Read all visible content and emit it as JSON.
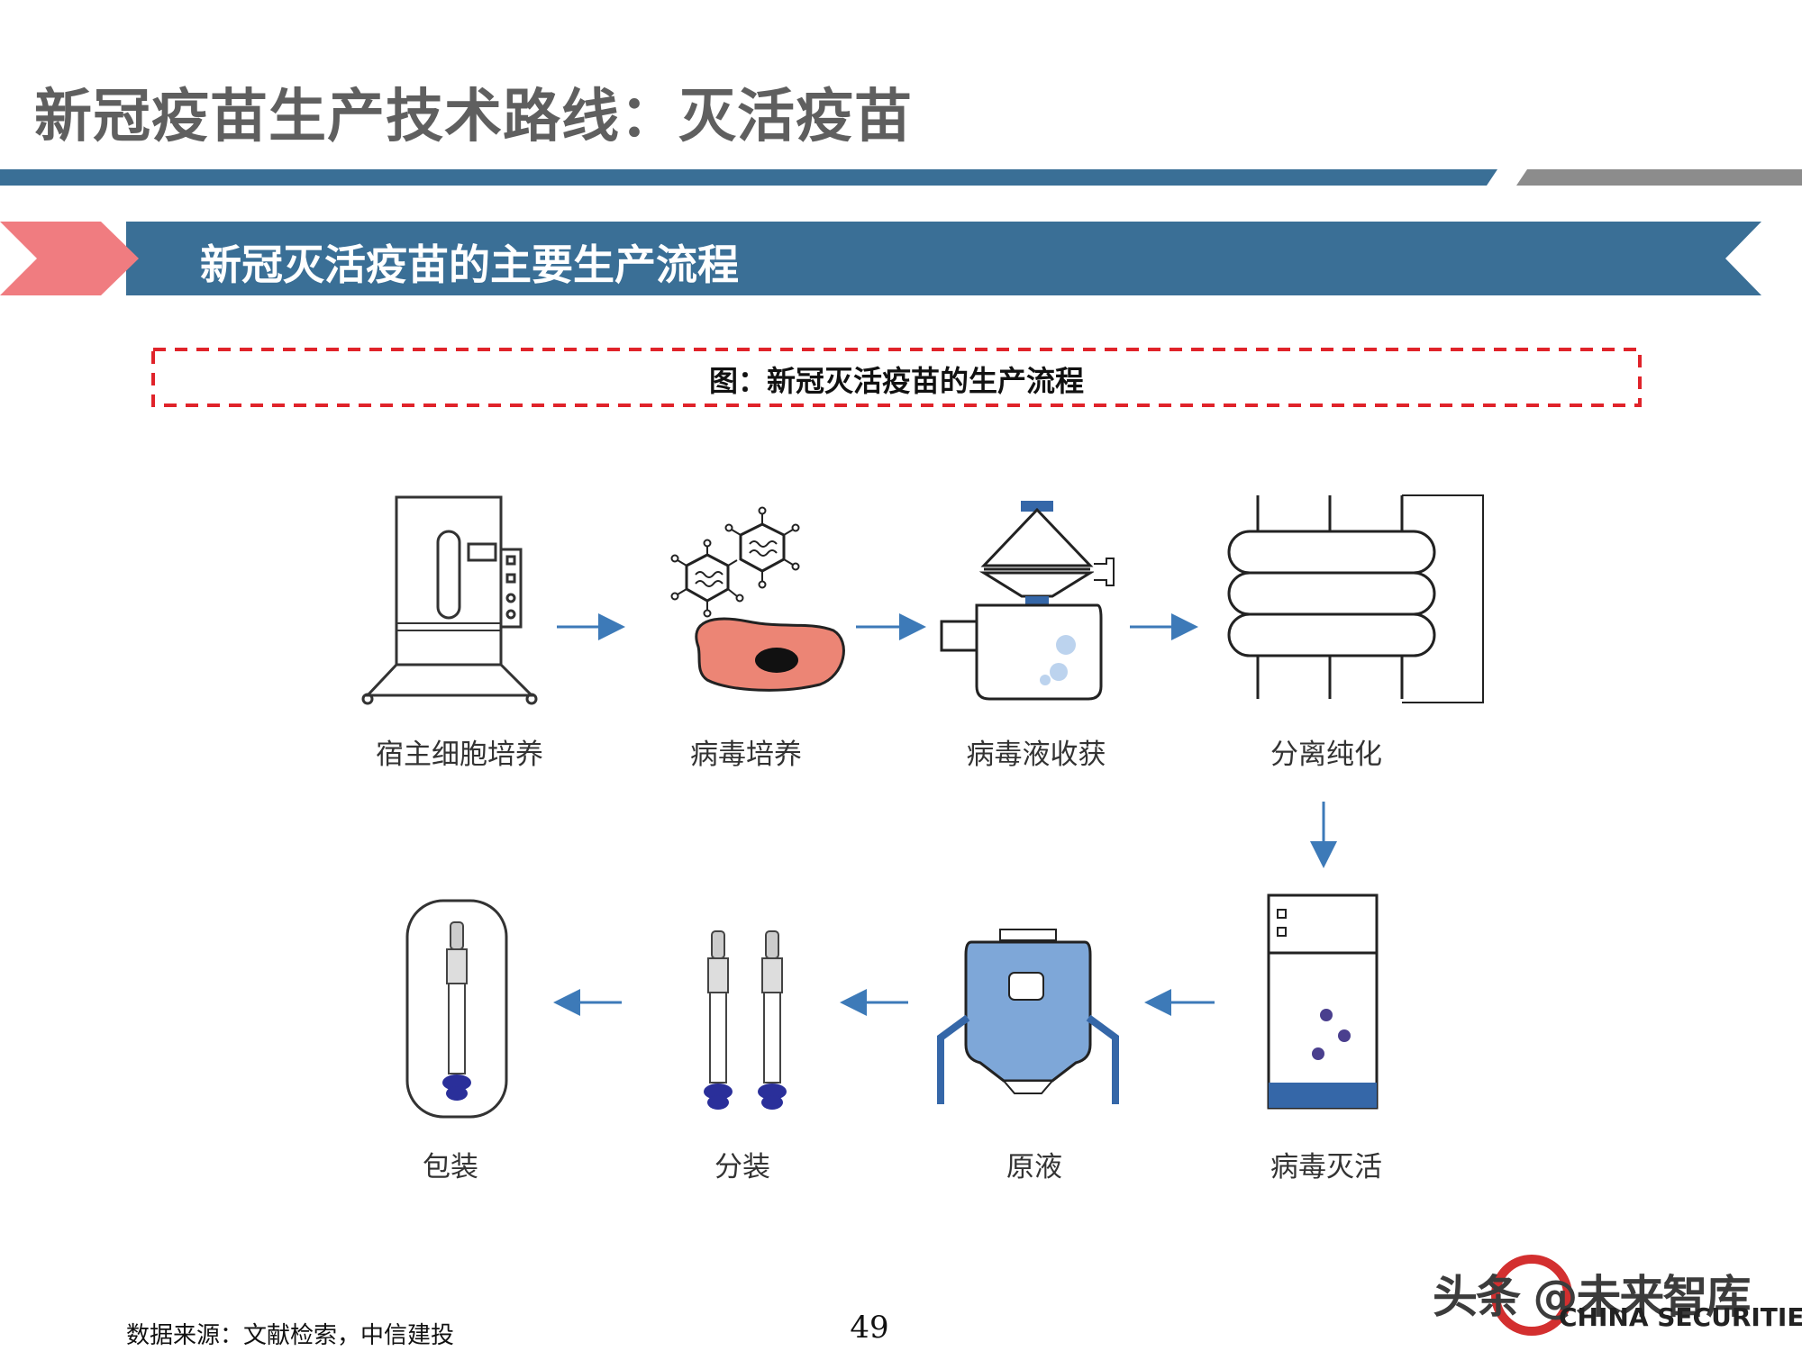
{
  "page": {
    "title": "新冠疫苗生产技术路线：灭活疫苗",
    "page_number": "49",
    "source": "数据来源：文献检索，中信建投"
  },
  "section": {
    "title": "新冠灭活疫苗的主要生产流程"
  },
  "figure": {
    "caption": "图：新冠灭活疫苗的生产流程",
    "steps": [
      {
        "label": "宿主细胞培养",
        "icon": "incubator-icon"
      },
      {
        "label": "病毒培养",
        "icon": "virus-cell-icon"
      },
      {
        "label": "病毒液收获",
        "icon": "harvest-tank-icon"
      },
      {
        "label": "分离纯化",
        "icon": "purification-column-icon"
      },
      {
        "label": "病毒灭活",
        "icon": "inactivation-cabinet-icon"
      },
      {
        "label": "原液",
        "icon": "bulk-tank-icon"
      },
      {
        "label": "分装",
        "icon": "syringes-icon"
      },
      {
        "label": "包装",
        "icon": "packaged-syringe-icon"
      }
    ]
  },
  "watermark": {
    "text": "头条 @未来智库",
    "sub_text": "CHINA SECURITIES"
  },
  "colors": {
    "header_bar": "#3a6f96",
    "gray_bar": "#8c8c8c",
    "accent_red": "#f07c80",
    "dashed_border": "#e0232a",
    "arrow": "#3d7ab8",
    "cell_fill": "#ec8575",
    "tank_fill": "#7ea7d8",
    "cabinet_base": "#3567a8",
    "plunger": "#2a2f9a"
  }
}
